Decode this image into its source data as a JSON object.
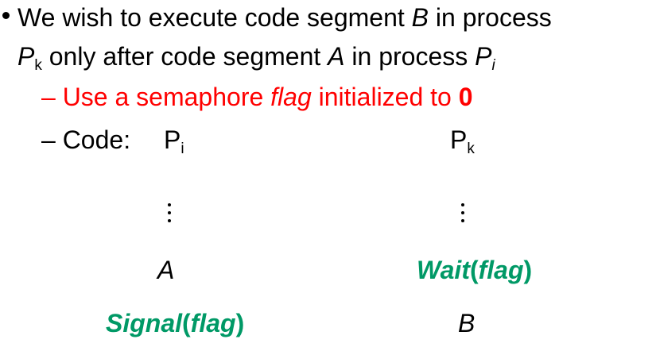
{
  "bullet": {
    "line1_part1": "We wish to execute code segment ",
    "line1_B": "B",
    "line1_part2": " in process",
    "line2_P": "P",
    "line2_sub_k": "k",
    "line2_part1": " only after code segment ",
    "line2_A": "A",
    "line2_part2": " in process ",
    "line2_P2": "P",
    "line2_sub_i": "i"
  },
  "sub1": {
    "dash": "– ",
    "text1": "Use a semaphore ",
    "flag": "flag",
    "text2": " initialized to ",
    "zero": "0"
  },
  "sub2": {
    "dash": "– ",
    "label": "Code:",
    "left_P": "P",
    "left_sub": "i",
    "right_P": "P",
    "right_sub": "k"
  },
  "left_column": {
    "stmt1": "A",
    "stmt2_fn": "Signal",
    "stmt2_open": "(",
    "stmt2_arg": "flag",
    "stmt2_close": ")"
  },
  "right_column": {
    "stmt1_fn": "Wait",
    "stmt1_open": "(",
    "stmt1_arg": "flag",
    "stmt1_close": ")",
    "stmt2": "B"
  },
  "colors": {
    "text": "#000000",
    "highlight_red": "#ff0000",
    "code_teal": "#009966"
  }
}
